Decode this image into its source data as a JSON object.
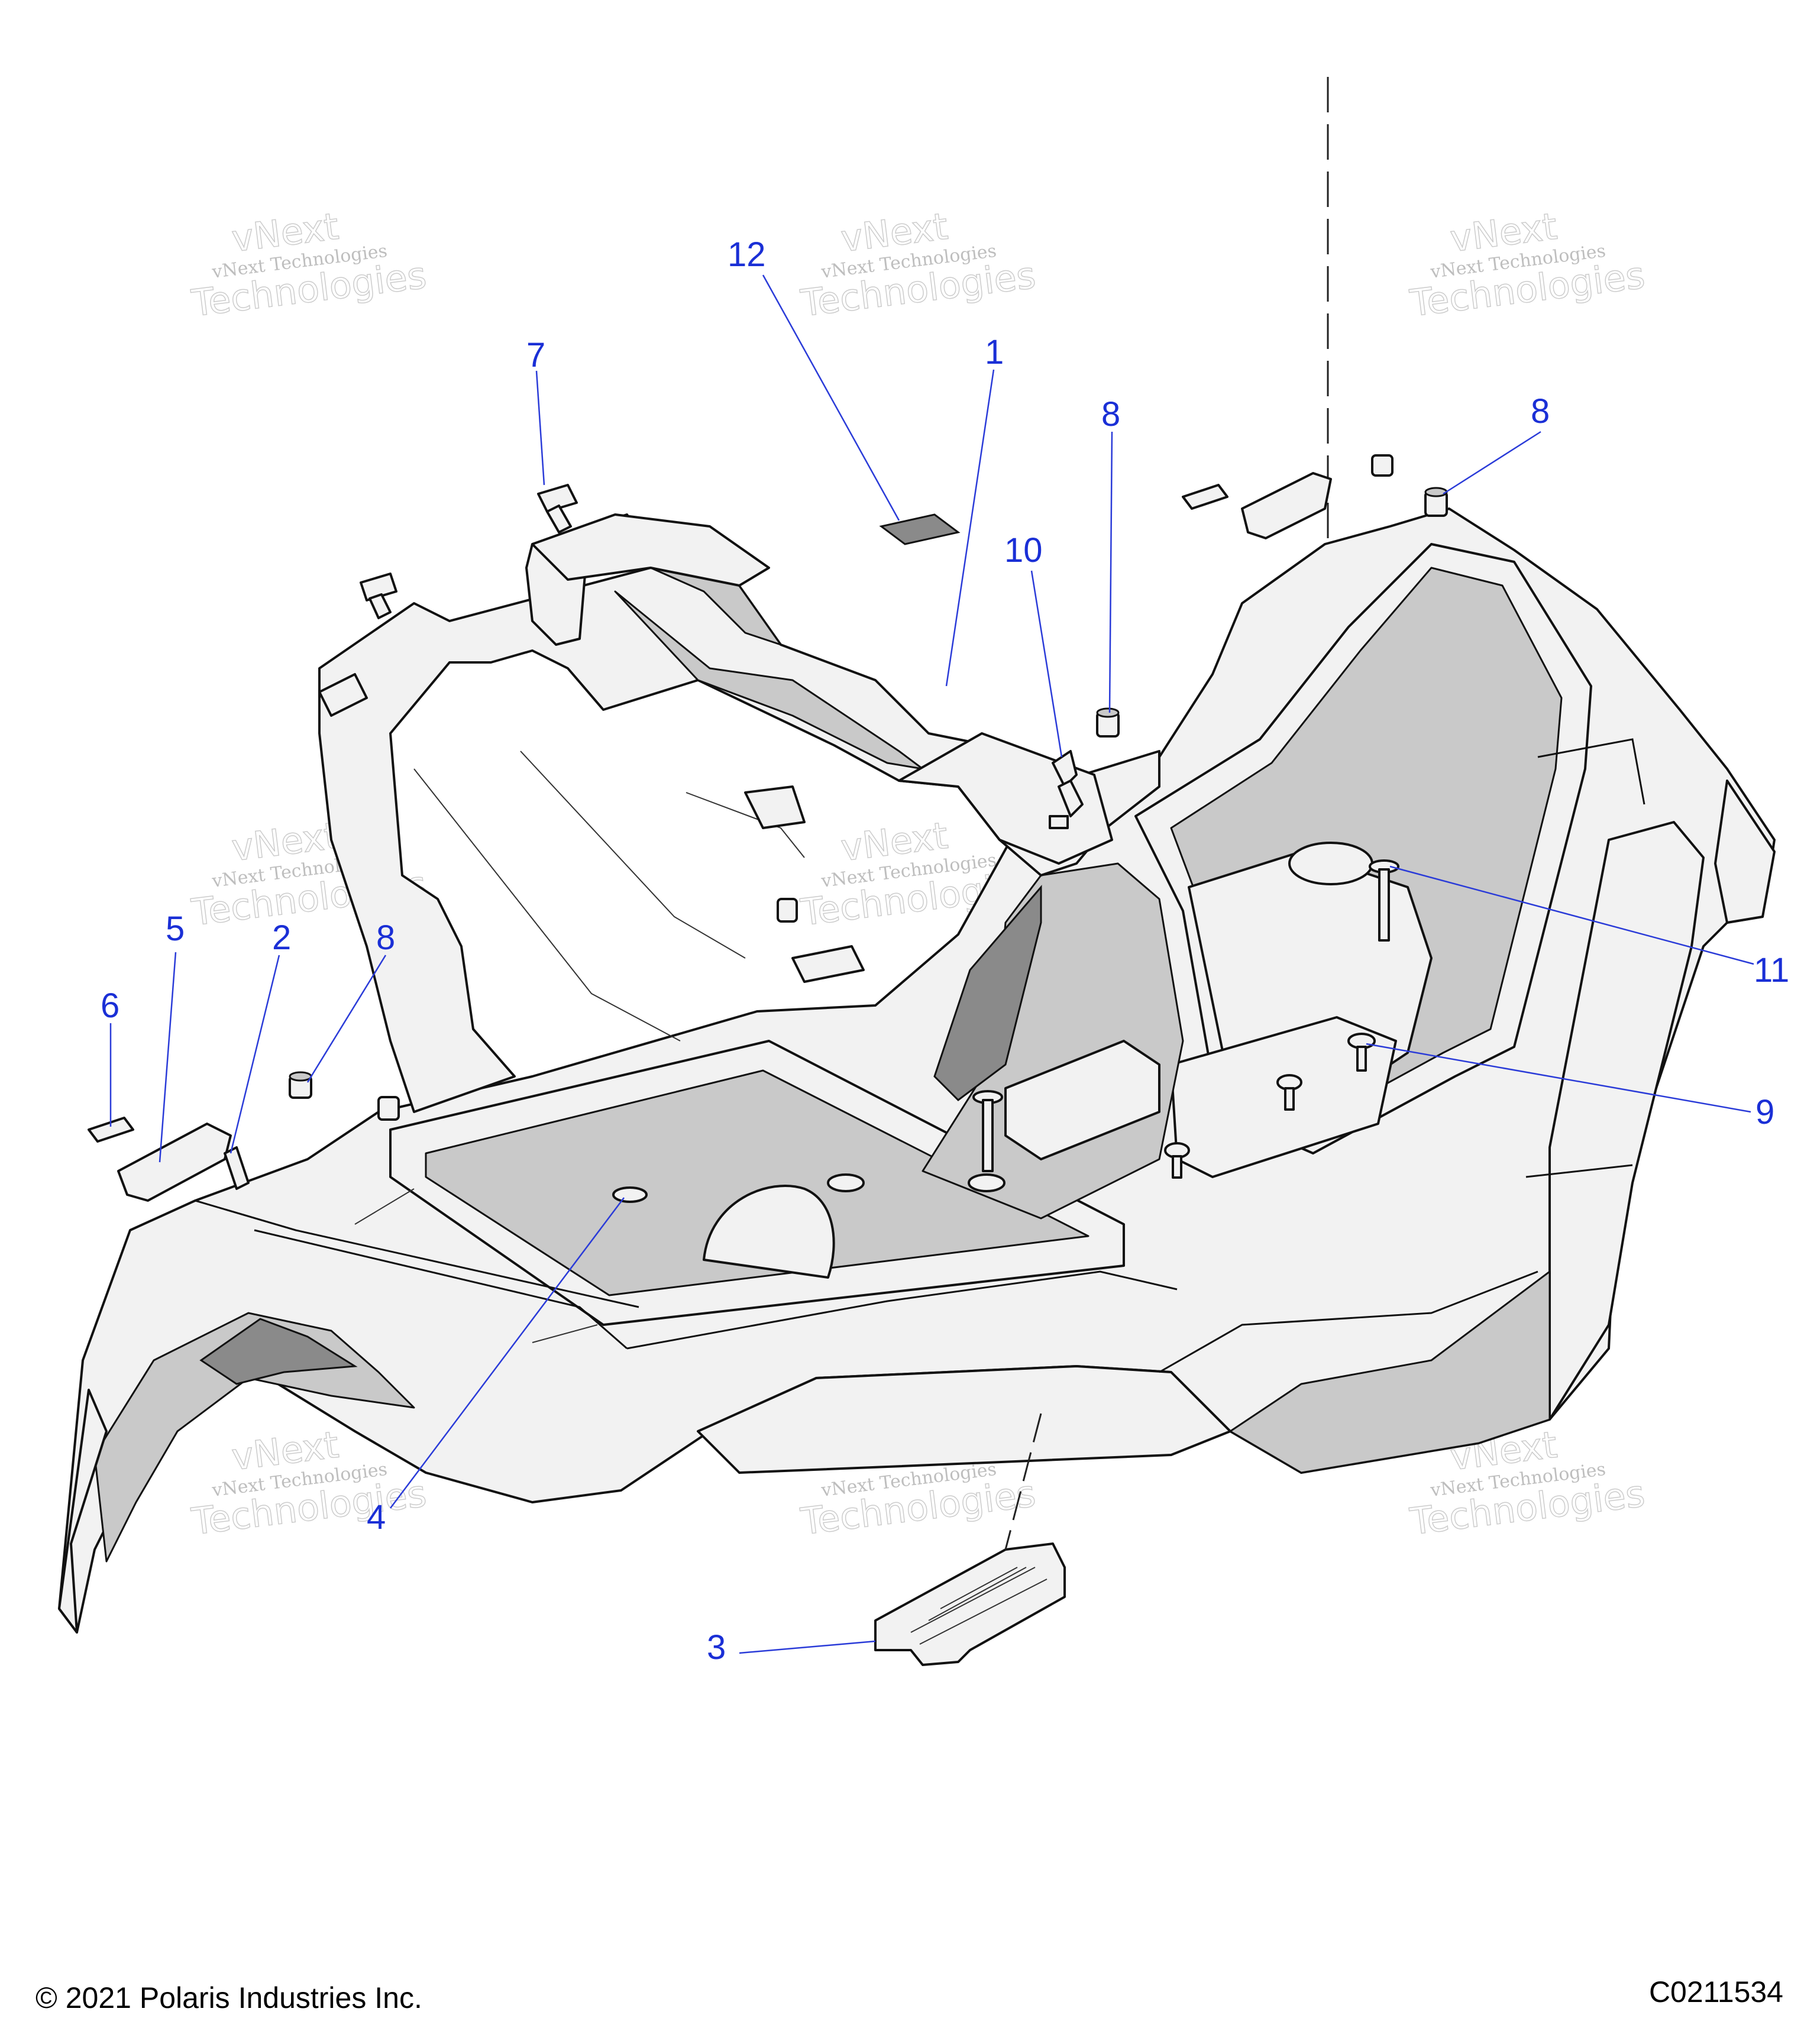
{
  "diagram": {
    "callouts": [
      {
        "label": "1"
      },
      {
        "label": "2"
      },
      {
        "label": "3"
      },
      {
        "label": "4"
      },
      {
        "label": "5"
      },
      {
        "label": "6"
      },
      {
        "label": "7"
      },
      {
        "label": "8"
      },
      {
        "label": "8"
      },
      {
        "label": "8"
      },
      {
        "label": "9"
      },
      {
        "label": "10"
      },
      {
        "label": "11"
      },
      {
        "label": "12"
      }
    ],
    "watermark": {
      "line1": "vNext Technologies",
      "line2": "vNext",
      "line3": "Technologies"
    }
  },
  "footer": {
    "copyright": "© 2021 Polaris Industries Inc.",
    "diagram_id": "C0211534"
  },
  "colors": {
    "callout": "#1a2fd6",
    "line": "#111111",
    "fill": "#f2f2f2",
    "shade": "#c9c9c9"
  }
}
